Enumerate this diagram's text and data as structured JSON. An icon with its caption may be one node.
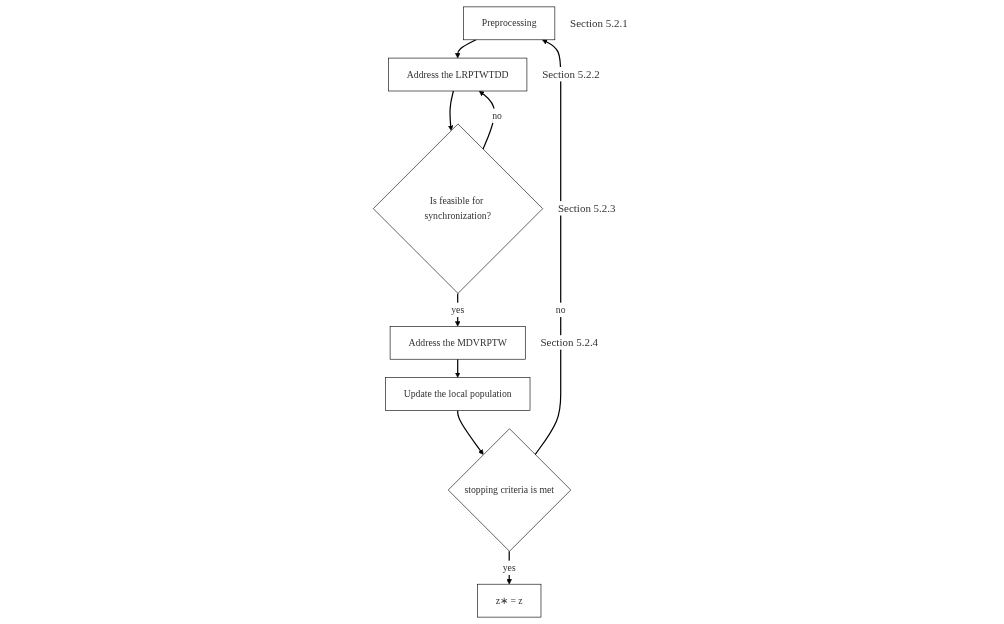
{
  "diagram": {
    "nodes": [
      {
        "text": [
          "Preprocessing"
        ],
        "beside": [
          "Section 5.2.1"
        ]
      },
      {
        "text": [
          "Address the LRPTWTDD"
        ],
        "beside": [
          "Section 5.2.2"
        ]
      },
      {
        "text": [
          "Is feasible for synchronization?"
        ],
        "beside": [
          "Section 5.2.3"
        ]
      },
      {
        "text": [
          "Address the MDVRPTW"
        ],
        "beside": [
          "Section 5.2.4"
        ]
      },
      {
        "text": [
          "Update the local population"
        ]
      },
      {
        "text": [
          "stopping criteria is met"
        ]
      },
      {
        "text": [
          "z∗ = z"
        ]
      }
    ],
    "edges": [
      {
        "from": 0,
        "to": 1,
        "arrow": "to"
      },
      {
        "from": 1,
        "to": 2,
        "arrow": "to"
      },
      {
        "from": 2,
        "to": 1,
        "arrow": "to",
        "label": "no"
      },
      {
        "from": 2,
        "to": 3,
        "arrow": "to",
        "label": "yes"
      },
      {
        "from": 3,
        "to": 4,
        "arrow": "to"
      },
      {
        "from": 4,
        "to": 5,
        "arrow": "to"
      },
      {
        "from": 5,
        "to": 0,
        "arrow": "to",
        "label": "no"
      },
      {
        "from": 5,
        "to": 6,
        "arrow": "to",
        "label": "yes"
      }
    ]
  }
}
